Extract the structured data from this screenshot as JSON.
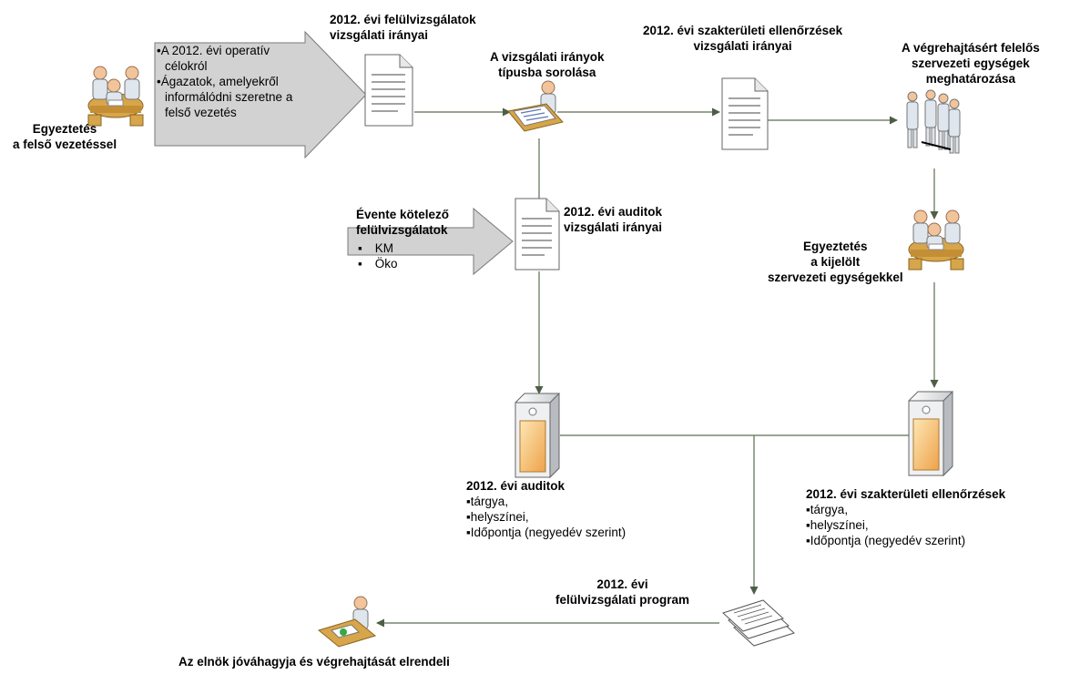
{
  "nodes": {
    "meeting_top": {
      "title_lines": [
        "Egyeztetés",
        "a felső vezetéssel"
      ],
      "bullets": [
        "A 2012. évi operatív",
        "célokról",
        "Ágazatok, amelyekről",
        "informálódni szeretne a",
        "felső vezetés"
      ],
      "bullet_char": "•"
    },
    "doc_review": {
      "title_lines": [
        "2012. évi felülvizsgálatok",
        "vizsgálati irányai"
      ]
    },
    "classify": {
      "title_lines": [
        "A vizsgálati irányok",
        "típusba sorolása"
      ]
    },
    "doc_expert": {
      "title_lines": [
        "2012. évi szakterületi ellenőrzések",
        "vizsgálati irányai"
      ]
    },
    "units": {
      "title_lines": [
        "A végrehajtásért felelős",
        "szervezeti egységek",
        "meghatározása"
      ]
    },
    "annual": {
      "title_lines": [
        "Évente kötelező",
        "felülvizsgálatok"
      ],
      "items": [
        "KM",
        "Öko"
      ],
      "bullet_char": "▪"
    },
    "doc_audit": {
      "title_lines": [
        "2012. évi auditok",
        "vizsgálati irányai"
      ]
    },
    "meeting_units": {
      "title_lines": [
        "Egyeztetés",
        "a kijelölt",
        "szervezeti egységekkel"
      ]
    },
    "audit_result": {
      "title": "2012. évi auditok",
      "items": [
        "tárgya,",
        "helyszínei,",
        "Időpontja (negyedév szerint)"
      ],
      "bullet_char": "▪"
    },
    "expert_result": {
      "title": "2012. évi szakterületi ellenőrzések",
      "items": [
        "tárgya,",
        "helyszínei,",
        "Időpontja (negyedév szerint)"
      ],
      "bullet_char": "▪"
    },
    "program": {
      "title_lines": [
        "2012. évi",
        "felülvizsgálati program"
      ]
    },
    "president": {
      "title_lines": [
        "Az elnök jóváhagyja és végrehajtását elrendeli"
      ]
    }
  },
  "colors": {
    "connector": "#5a6e50",
    "arrow_fill": "#d2d2d2",
    "arrow_stroke": "#7a7a7a",
    "skin": "#f2c49b",
    "shirt": "#dfe6ee",
    "table": "#d7a54a",
    "server_fill": "#f6c57c"
  }
}
